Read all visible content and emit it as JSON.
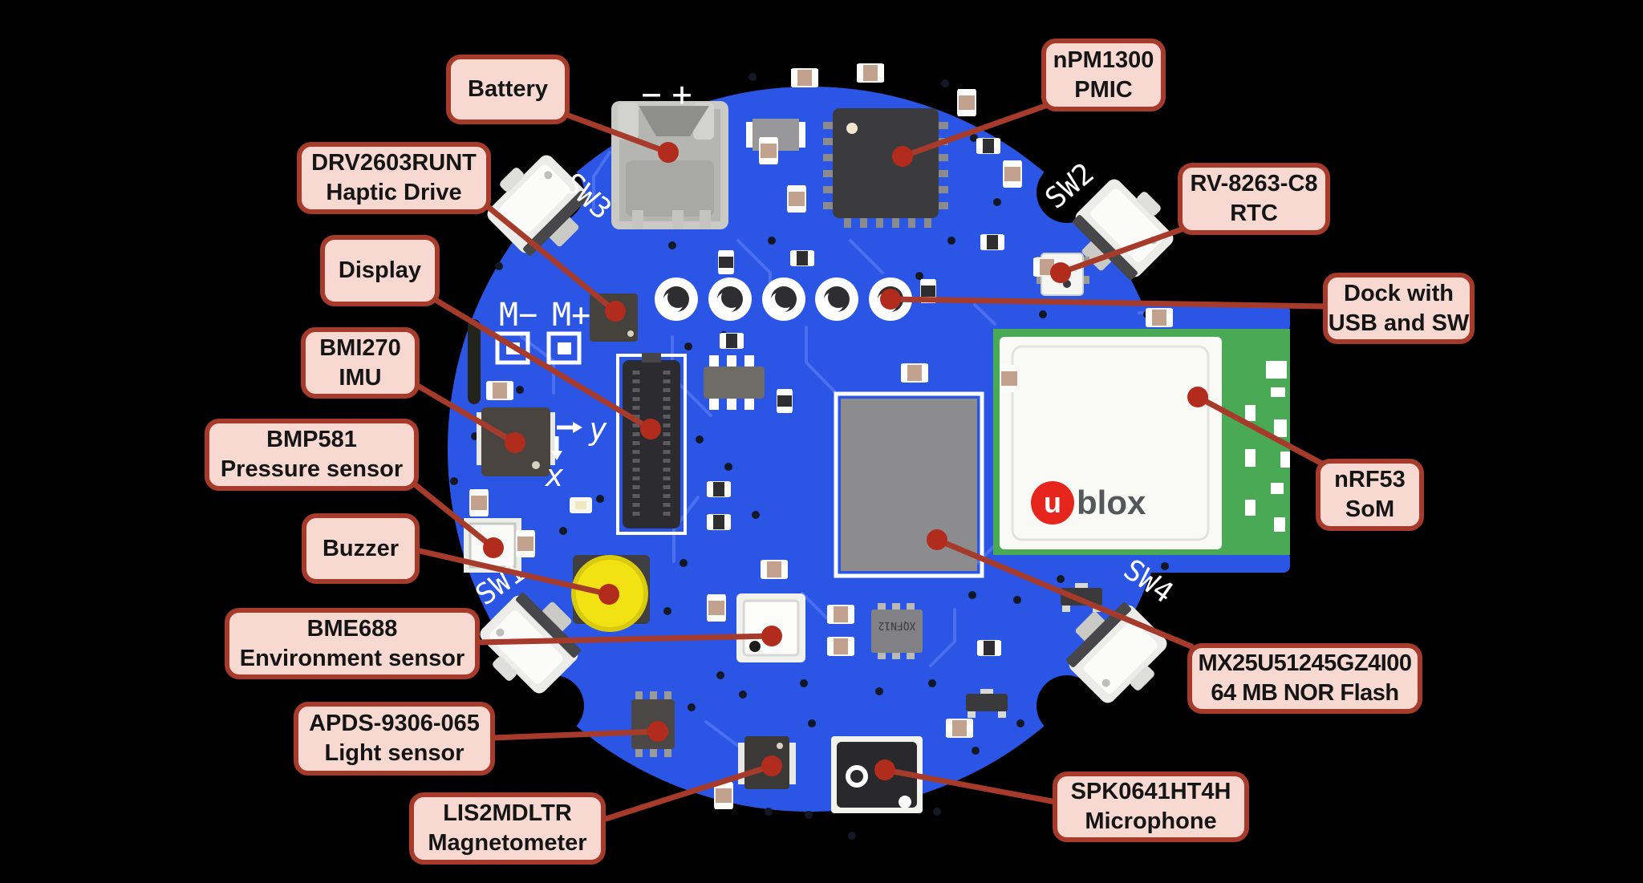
{
  "title": "Annotated smartwatch PCB component diagram",
  "colors": {
    "background": "#000000",
    "board_blue": "#2b55e4",
    "trace_blue": "#4a70f0",
    "dock_green": "#4aa954",
    "shield_white": "#f9f9f6",
    "label_bg": "#f8d9d2",
    "label_border": "#a63b2b",
    "leader_line": "#a63b2b",
    "leader_dot": "#b22c1e",
    "buzzer_yellow": "#f2e214",
    "ublox_red": "#e6251c"
  },
  "board": {
    "silkscreen": {
      "sw1": "SW1",
      "sw2": "SW2",
      "sw3": "SW3",
      "sw4": "SW4",
      "m_minus": "M−",
      "m_plus": "M+",
      "bat_minus": "−",
      "bat_plus": "+",
      "axis_x": "x",
      "axis_y": "y"
    },
    "chips": {
      "xqfn12": "XQFN12"
    },
    "ublox": {
      "u": "u",
      "name": "blox"
    }
  },
  "callouts": [
    {
      "id": "battery",
      "line1": "Battery"
    },
    {
      "id": "haptic",
      "line1": "DRV2603RUNT",
      "line2": "Haptic Drive"
    },
    {
      "id": "display",
      "line1": "Display"
    },
    {
      "id": "imu",
      "line1": "BMI270",
      "line2": "IMU"
    },
    {
      "id": "pressure",
      "line1": "BMP581",
      "line2": "Pressure sensor"
    },
    {
      "id": "buzzer",
      "line1": "Buzzer"
    },
    {
      "id": "environment",
      "line1": "BME688",
      "line2": "Environment sensor"
    },
    {
      "id": "light",
      "line1": "APDS-9306-065",
      "line2": "Light sensor"
    },
    {
      "id": "magnetometer",
      "line1": "LIS2MDLTR",
      "line2": "Magnetometer"
    },
    {
      "id": "pmic",
      "line1": "nPM1300",
      "line2": "PMIC"
    },
    {
      "id": "rtc",
      "line1": "RV-8263-C8",
      "line2": "RTC"
    },
    {
      "id": "dock",
      "line1": "Dock with",
      "line2": "USB and SW"
    },
    {
      "id": "som",
      "line1": "nRF53",
      "line2": "SoM"
    },
    {
      "id": "flash",
      "line1": "MX25U51245GZ4I00",
      "line2": "64 MB NOR Flash"
    },
    {
      "id": "microphone",
      "line1": "SPK0641HT4H",
      "line2": "Microphone"
    }
  ]
}
